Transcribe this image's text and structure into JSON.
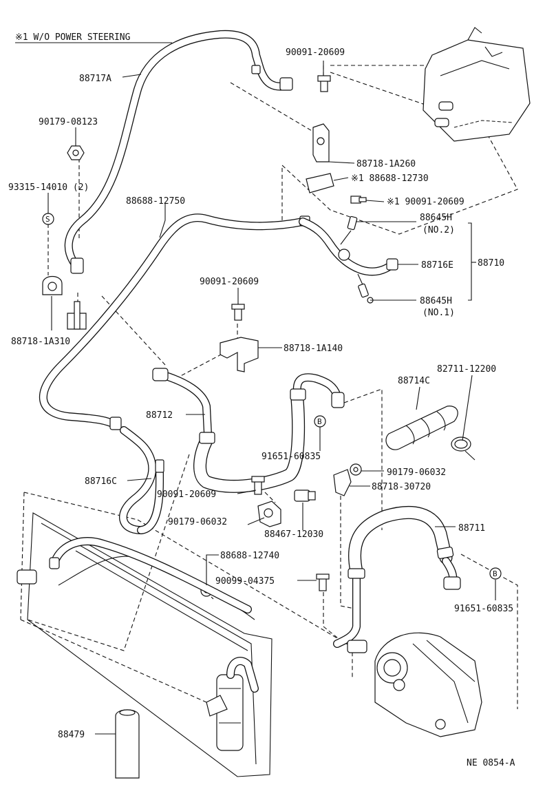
{
  "diagram": {
    "note": "※1 W/O POWER STEERING",
    "drawing_code": "NE 0854-A",
    "labels": {
      "p88717A": "88717A",
      "p90179_08123": "90179-08123",
      "p93315": "93315-14010 (2)",
      "p88688_12750": "88688-12750",
      "p88718_1A310": "88718-1A310",
      "p90091_top": "90091-20609",
      "p88718_1A260": "88718-1A260",
      "p88688_12730": "※1  88688-12730",
      "p90091_s1": "※1  90091-20609",
      "p88645H_1": "88645H",
      "no2": "(NO.2)",
      "p88716E": "88716E",
      "p88710": "88710",
      "p88645H_2": "88645H",
      "no1": "(NO.1)",
      "p90091_mid": "90091-20609",
      "p88718_1A140": "88718-1A140",
      "p82711": "82711-12200",
      "p88714C": "88714C",
      "p88712": "88712",
      "p91651_a": "91651-60835",
      "p90179_06032_r": "90179-06032",
      "p88716C": "88716C",
      "p90091_low": "90091-20609",
      "p88718_30720": "88718-30720",
      "p90179_06032_l": "90179-06032",
      "p88467": "88467-12030",
      "p88711": "88711",
      "p88688_12740": "88688-12740",
      "p90099": "90099-04375",
      "p91651_b": "91651-60835",
      "p88479": "88479"
    },
    "symbols": {
      "s": "S",
      "b": "B"
    }
  }
}
